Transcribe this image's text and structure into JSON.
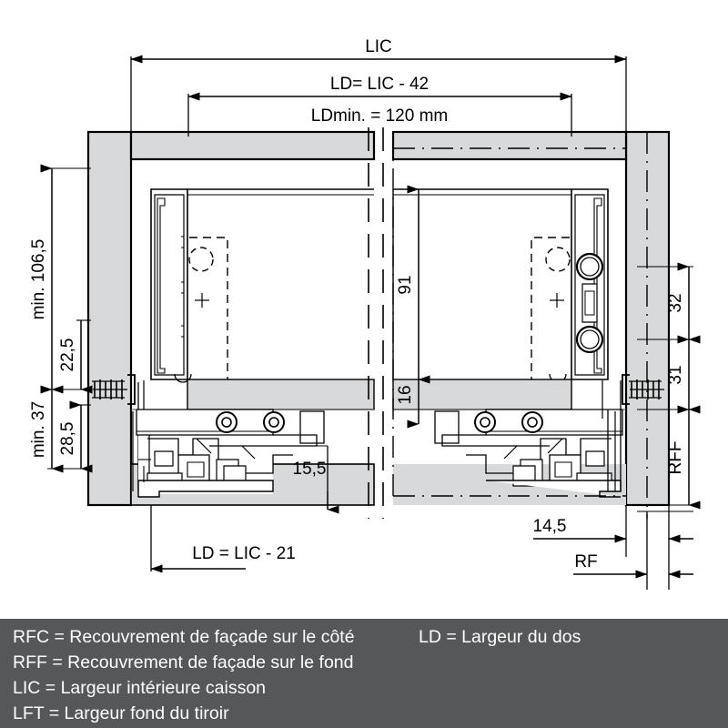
{
  "drawing": {
    "type": "technical-drawing",
    "subject": "Drawer runner installation cross-section (front view)",
    "dimensions": {
      "lic": "LIC",
      "ld_top": "LD= LIC - 42",
      "ld_min": "LDmin. = 120 mm",
      "min_1065": "min. 106,5",
      "d_225": "22,5",
      "min_37": "min. 37",
      "d_285": "28,5",
      "d_155": "15,5",
      "d_91": "91",
      "d_16": "16",
      "d_32": "32",
      "d_31": "31",
      "rff": "RFF",
      "ld_bottom": "LD = LIC - 21",
      "d_145": "14,5",
      "rf": "RF"
    }
  },
  "legend": {
    "background": "#555759",
    "text_color": "#ffffff",
    "left_column": [
      "RFC = Recouvrement de façade sur le côté",
      "RFF = Recouvrement de façade sur le fond",
      "LIC = Largeur intérieure caisson",
      "LFT = Largeur fond du tiroir"
    ],
    "right_column": [
      "LD = Largeur du dos"
    ]
  },
  "colors": {
    "panel_gray": "#d8d9da",
    "line_black": "#000000",
    "thin_line": "#3b3b3b",
    "white": "#ffffff"
  }
}
